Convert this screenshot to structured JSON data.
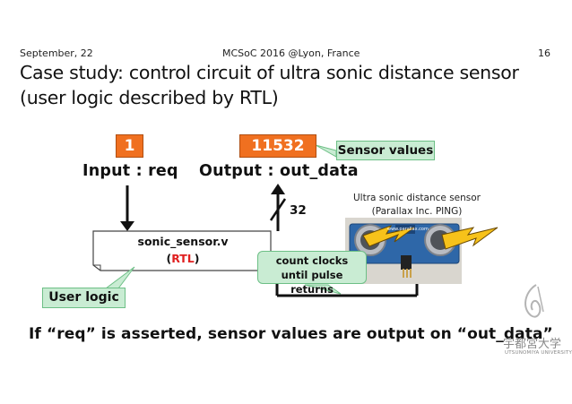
{
  "header": {
    "date": "September, 22",
    "venue": "MCSoC 2016 @Lyon,  France",
    "page_number": "16"
  },
  "title": {
    "line1": "Case study: control circuit of ultra sonic distance sensor",
    "line2": "(user logic described by RTL)"
  },
  "diagram": {
    "input_value": "1",
    "input_label": "Input : req",
    "output_value": "11532",
    "output_label": "Output : out_data",
    "sensor_values_callout": "Sensor values",
    "bus_width": "32",
    "module_name": "sonic_sensor.v",
    "module_type_open": "(",
    "module_type": "RTL",
    "module_type_close": ")",
    "count_clocks_line1": "count clocks",
    "count_clocks_line2": "until pulse returns",
    "user_logic_callout": "User logic",
    "sensor_caption_line1": "Ultra sonic distance sensor",
    "sensor_caption_line2": "(Parallax Inc. PING)",
    "sensor_board_text": "www.parallax.com"
  },
  "bottom_text": "If “req” is asserted, sensor values are output on “out_data”",
  "logo": {
    "kanji": "宇都宮大学",
    "name": "UTSUNOMIYA UNIVERSITY"
  },
  "colors": {
    "orange": "#f07020",
    "callout_green": "#c9ecd3",
    "rtl_red": "#e02020"
  }
}
